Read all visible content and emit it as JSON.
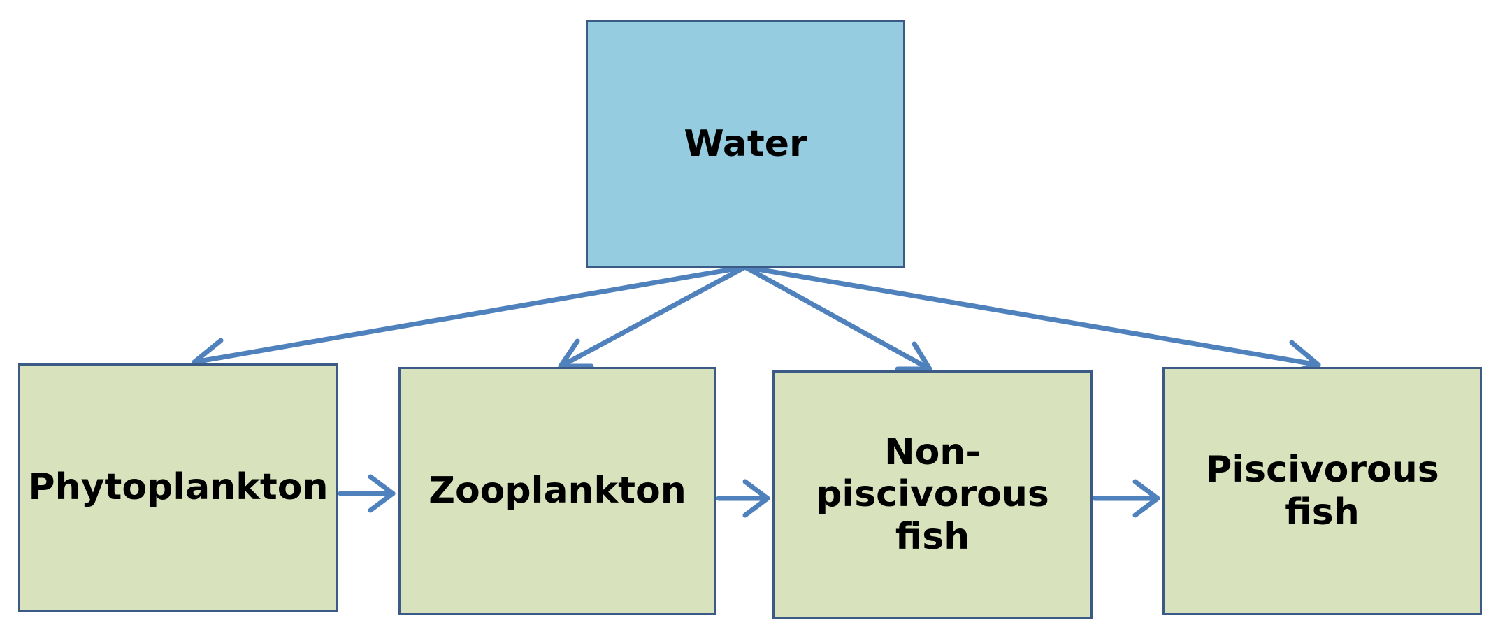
{
  "nodes": {
    "water": {
      "label": "Water",
      "color": "#96cce0"
    },
    "phytoplankton": {
      "label": "Phytoplankton",
      "color": "#d8e3bd"
    },
    "zooplankton": {
      "label": "Zooplankton",
      "color": "#d8e3bd"
    },
    "non_piscivorous_fish": {
      "label": "Non-\npiscivorous\nfish",
      "color": "#d8e3bd"
    },
    "piscivorous_fish": {
      "label": "Piscivorous\nfish",
      "color": "#d8e3bd"
    }
  },
  "edges": [
    {
      "from": "water",
      "to": "phytoplankton"
    },
    {
      "from": "water",
      "to": "zooplankton"
    },
    {
      "from": "water",
      "to": "non_piscivorous_fish"
    },
    {
      "from": "water",
      "to": "piscivorous_fish"
    },
    {
      "from": "phytoplankton",
      "to": "zooplankton"
    },
    {
      "from": "zooplankton",
      "to": "non_piscivorous_fish"
    },
    {
      "from": "non_piscivorous_fish",
      "to": "piscivorous_fish"
    }
  ],
  "colors": {
    "arrow": "#4f81bd",
    "border": "#3c5a86"
  }
}
